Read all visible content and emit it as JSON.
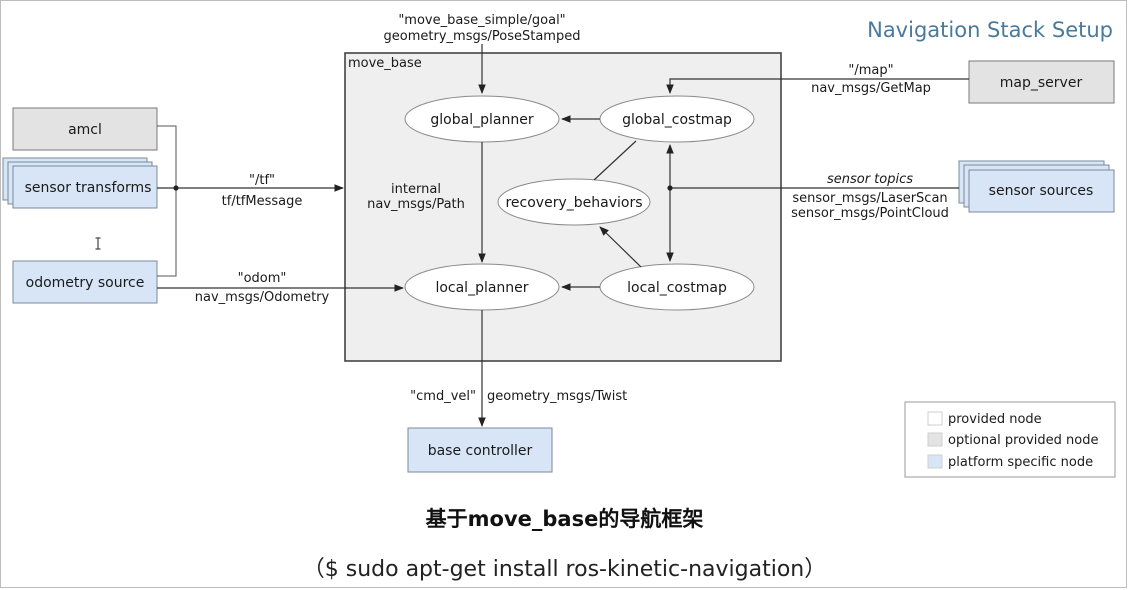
{
  "title": "Navigation Stack Setup",
  "container_label": "move_base",
  "nodes": {
    "amcl": "amcl",
    "sensor_transforms": "sensor transforms",
    "odometry_source": "odometry source",
    "map_server": "map_server",
    "sensor_sources": "sensor sources",
    "global_planner": "global_planner",
    "global_costmap": "global_costmap",
    "recovery_behaviors": "recovery_behaviors",
    "local_planner": "local_planner",
    "local_costmap": "local_costmap",
    "base_controller": "base controller"
  },
  "edge_labels": {
    "goal_topic": "\"move_base_simple/goal\"",
    "goal_type": "geometry_msgs/PoseStamped",
    "map_topic": "\"/map\"",
    "map_type": "nav_msgs/GetMap",
    "tf_topic": "\"/tf\"",
    "tf_type": "tf/tfMessage",
    "internal": "internal",
    "internal_type": "nav_msgs/Path",
    "sensor_topics": "sensor topics",
    "laser_type": "sensor_msgs/LaserScan",
    "cloud_type": "sensor_msgs/PointCloud",
    "odom_topic": "\"odom\"",
    "odom_type": "nav_msgs/Odometry",
    "cmd_topic": "\"cmd_vel\"",
    "cmd_type": "geometry_msgs/Twist"
  },
  "legend": {
    "provided": "provided node",
    "optional": "optional provided node",
    "platform": "platform specific node"
  },
  "colors": {
    "provided": "#ffffff",
    "optional": "#e3e3e3",
    "platform": "#d7e5f6",
    "title": "#4a7a9a"
  },
  "caption": {
    "main": "基于move_base的导航框架",
    "sub": "（$ sudo apt-get install ros-kinetic-navigation）"
  },
  "cursor_icon": "text-cursor-icon"
}
